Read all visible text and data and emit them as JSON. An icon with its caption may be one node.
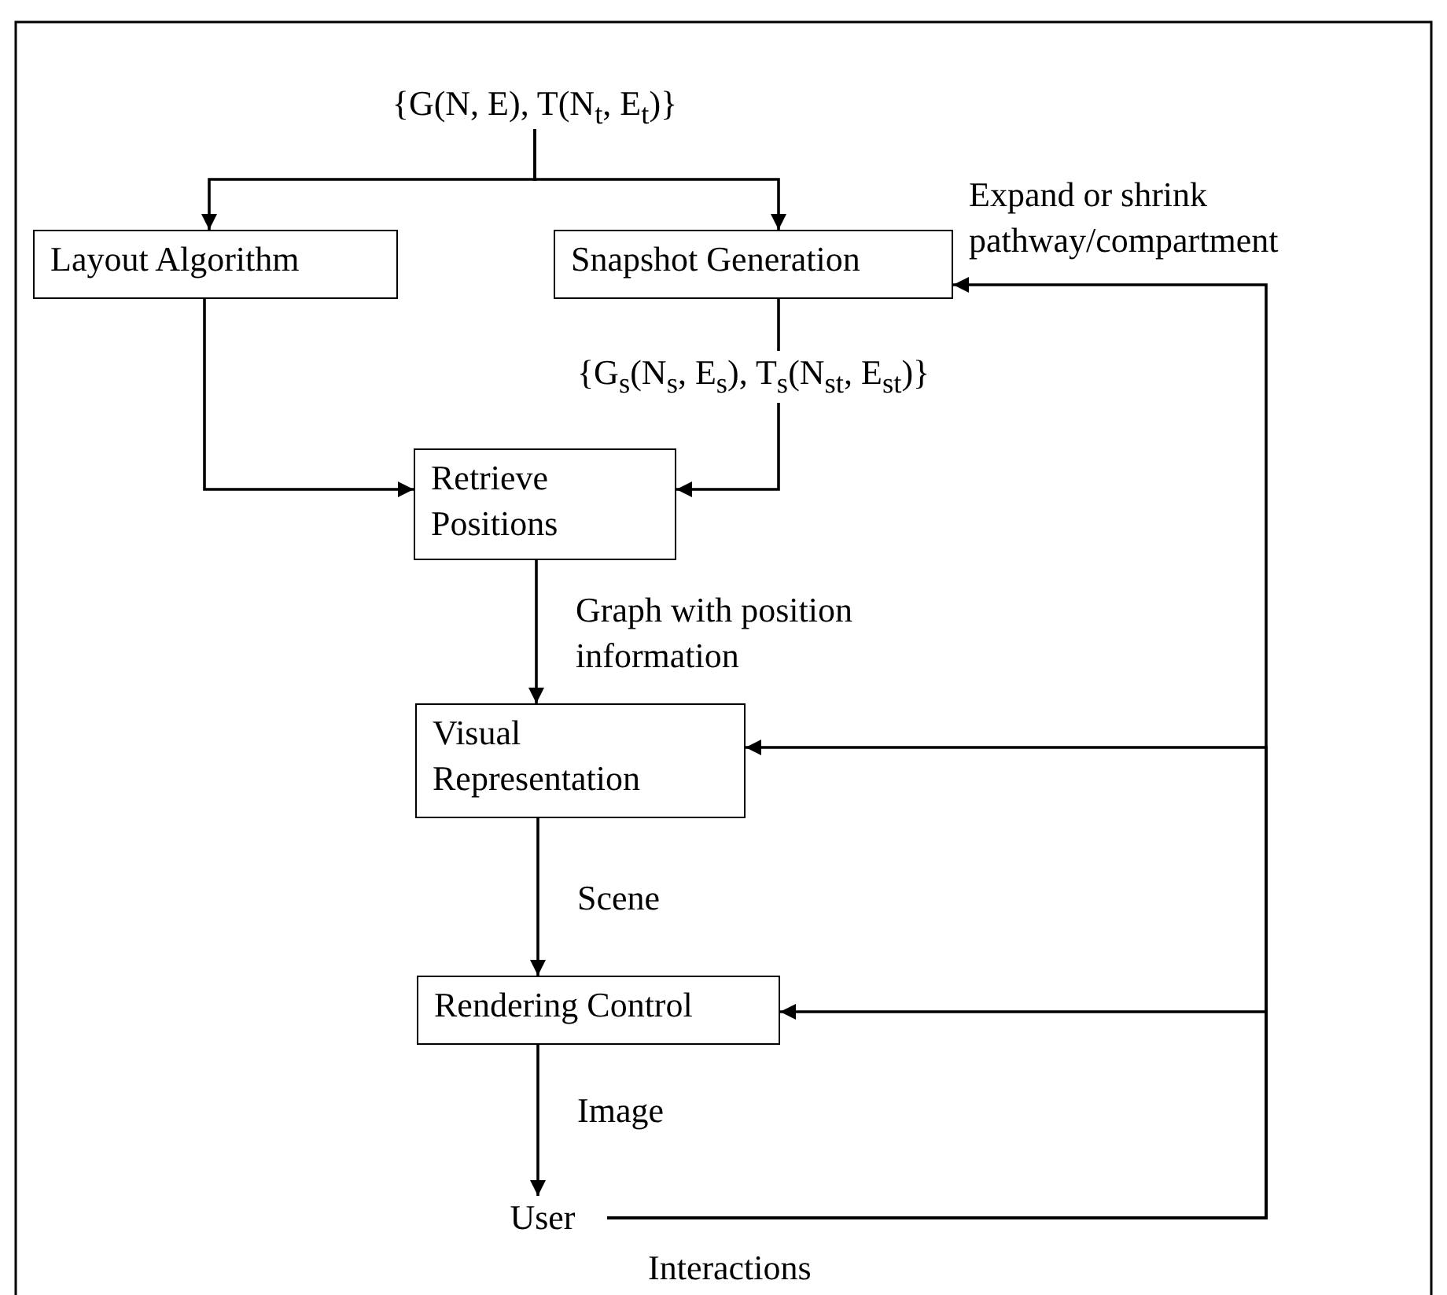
{
  "diagram": {
    "nodes": [
      {
        "text": [
          "{G(N, E), T(N$_{t}$, E$_{t}$)}"
        ]
      },
      {
        "text": [
          "Layout Algorithm"
        ]
      },
      {
        "text": [
          "Snapshot Generation"
        ]
      },
      {
        "text": [
          "Retrieve Positions"
        ]
      },
      {
        "text": [
          "Visual Representation"
        ]
      },
      {
        "text": [
          "Rendering Control"
        ]
      },
      {
        "text": [
          "User"
        ]
      }
    ],
    "edges": [
      {
        "from": 0,
        "to": 1,
        "arrow": "to"
      },
      {
        "from": 0,
        "to": 2,
        "arrow": "to"
      },
      {
        "from": 1,
        "to": 3,
        "arrow": "to"
      },
      {
        "from": 2,
        "to": 3,
        "arrow": "to",
        "label": "{G$_{s}$(N$_{s}$, E$_{s}$), T$_{s}$(N$_{st}$, E$_{st}$)}"
      },
      {
        "from": 3,
        "to": 4,
        "arrow": "to",
        "label": "Graph with position information"
      },
      {
        "from": 4,
        "to": 5,
        "arrow": "to",
        "label": "Scene"
      },
      {
        "from": 5,
        "to": 6,
        "arrow": "to",
        "label": "Image"
      },
      {
        "from": 6,
        "to": 2,
        "arrow": "to",
        "label": "Expand or shrink pathway/compartment"
      },
      {
        "from": 6,
        "to": 4,
        "arrow": "to"
      },
      {
        "from": 6,
        "to": 5,
        "arrow": "to"
      }
    ],
    "labels": [
      "Interactions"
    ]
  }
}
